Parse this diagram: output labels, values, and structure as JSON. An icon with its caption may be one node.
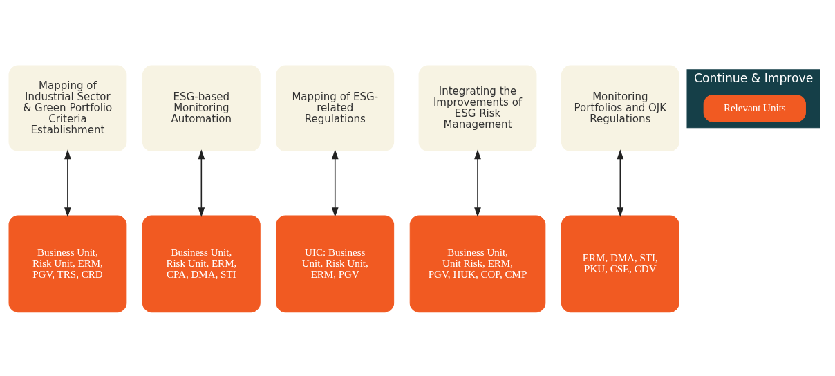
{
  "diagram": {
    "nodes": [
      {
        "text": [
          "Mapping of Industrial Sector & Green Portfolio Criteria Establishment"
        ]
      },
      {
        "text": [
          "ESG-based Monitoring Automation"
        ]
      },
      {
        "text": [
          "Mapping of ESG-related Regulations"
        ]
      },
      {
        "text": [
          "Integrating the Improvements of ESG Risk Management"
        ]
      },
      {
        "text": [
          "Monitoring Portfolios and OJK Regulations"
        ]
      },
      {
        "text": [
          "Continue & Improve"
        ]
      },
      {
        "text": [
          "Relevant Units"
        ],
        "in": 5
      },
      {
        "text": [
          "Business Unit, Risk Unit, ERM, PGV, TRS, CRD"
        ]
      },
      {
        "text": [
          "Business Unit, Risk Unit, ERM, CPA, DMA, STI"
        ]
      },
      {
        "text": [
          "UIC: Business Unit, Risk Unit, ERM, PGV"
        ]
      },
      {
        "text": [
          "Business Unit, Unit Risk, ERM, PGV, HUK, COP, CMP"
        ]
      },
      {
        "text": [
          "ERM, DMA, STI, PKU, CSE, CDV"
        ]
      }
    ],
    "edges": [
      {
        "from": 0,
        "to": 7,
        "arrow": "both"
      },
      {
        "from": 1,
        "to": 8,
        "arrow": "both"
      },
      {
        "from": 2,
        "to": 9,
        "arrow": "both"
      },
      {
        "from": 3,
        "to": 10,
        "arrow": "both"
      },
      {
        "from": 4,
        "to": 11,
        "arrow": "both"
      }
    ]
  }
}
